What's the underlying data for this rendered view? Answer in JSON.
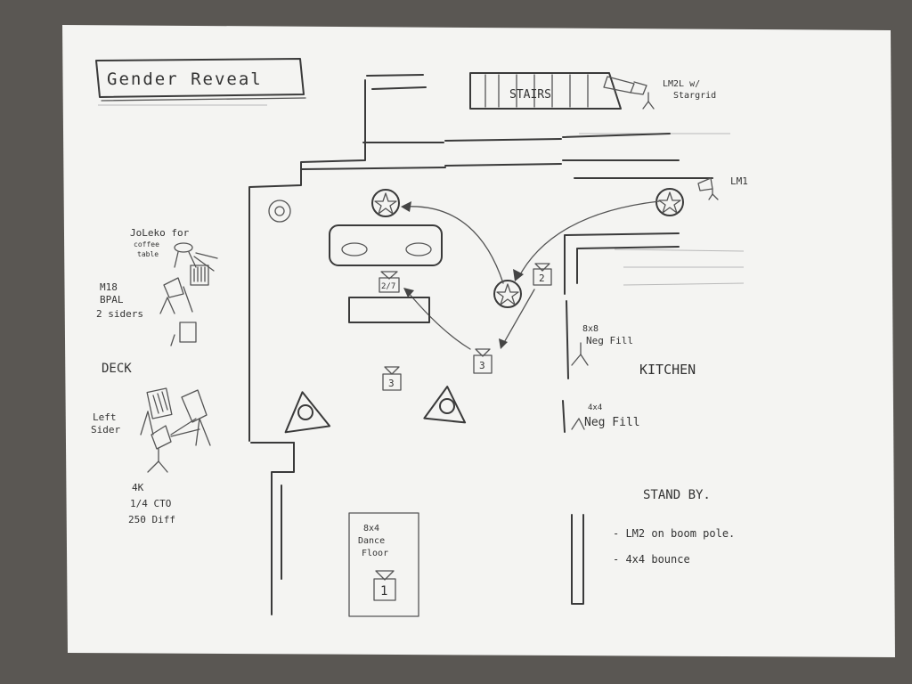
{
  "title": "Gender Reveal",
  "labels": {
    "stairs": "STAIRS",
    "lm2_starglid": [
      "LM2L w/",
      "Stargrid"
    ],
    "lm1": "LM1",
    "joleko": [
      "JoLeko for",
      "coffee",
      "table"
    ],
    "m18": [
      "M18",
      "BPAL",
      "2 siders"
    ],
    "deck": "DECK",
    "left_sider": [
      "Left",
      "Sider"
    ],
    "k4": [
      "4K",
      "1/4 CTO",
      "250 Diff"
    ],
    "neg_fill_8x8": [
      "8x8",
      "Neg Fill"
    ],
    "kitchen": "KITCHEN",
    "neg_fill_4x4": [
      "4x4",
      "Neg Fill"
    ],
    "dance_floor": [
      "8x4",
      "Dance",
      "Floor"
    ],
    "stand_by": "STAND BY.",
    "stand_by_items": [
      "- LM2  on boom pole.",
      "- 4x4  bounce"
    ]
  },
  "cameras": {
    "c1": "1",
    "c2": "2",
    "c27": "2/7",
    "c3a": "3",
    "c3b": "3"
  },
  "colors": {
    "paper": "#f4f4f2",
    "pencil": "#3a3a3a",
    "table": "#5a5753"
  }
}
